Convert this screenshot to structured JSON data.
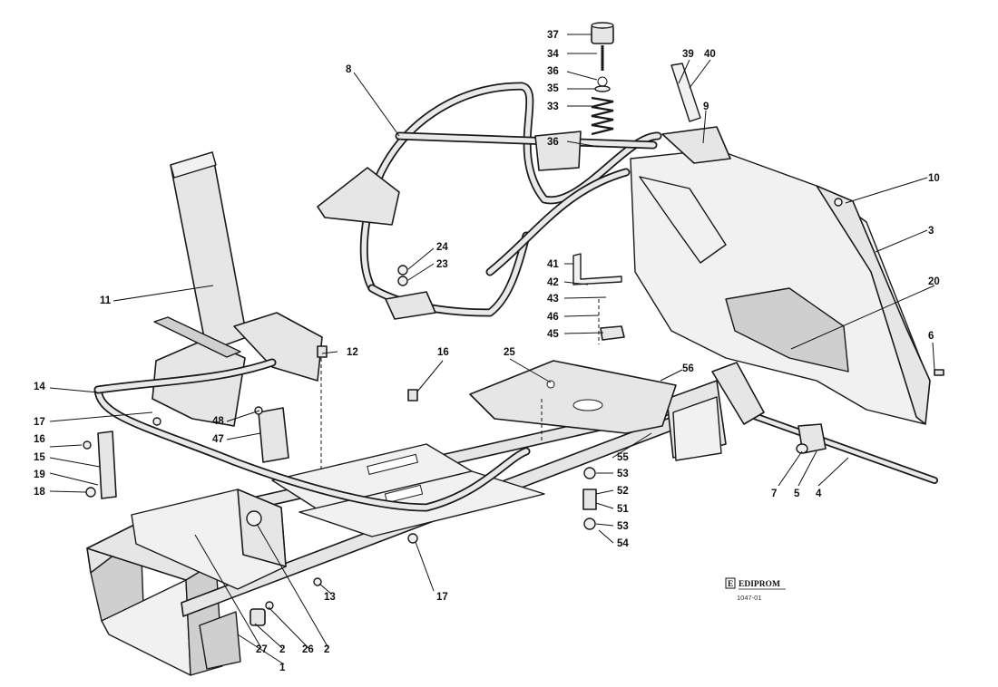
{
  "callouts": [
    "37",
    "34",
    "36",
    "35",
    "33",
    "36",
    "8",
    "39",
    "40",
    "9",
    "10",
    "3",
    "24",
    "23",
    "41",
    "42",
    "43",
    "46",
    "45",
    "20",
    "6",
    "11",
    "12",
    "16",
    "25",
    "56",
    "14",
    "17",
    "48",
    "47",
    "16",
    "15",
    "19",
    "18",
    "55",
    "53",
    "52",
    "51",
    "53",
    "54",
    "7",
    "5",
    "4",
    "13",
    "17",
    "27",
    "2",
    "26",
    "2",
    "1"
  ],
  "brand": {
    "name": "EDIPROM",
    "code": "1047-01"
  }
}
